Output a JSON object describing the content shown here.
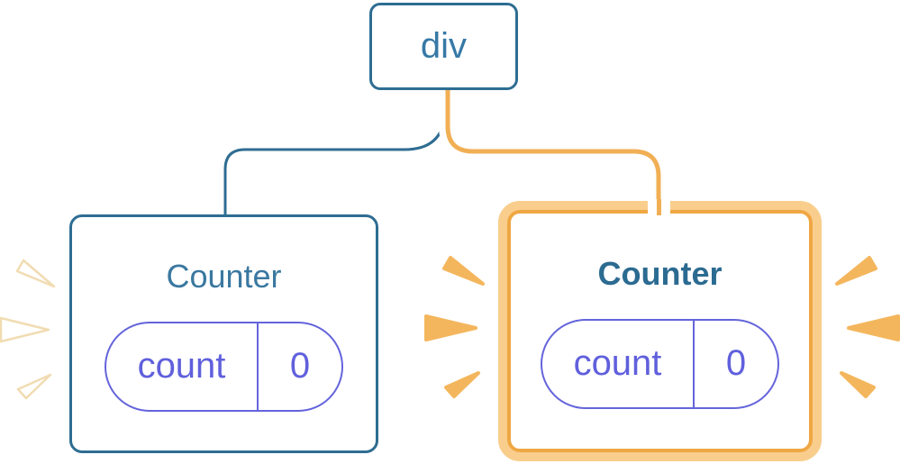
{
  "root_node": {
    "label": "div"
  },
  "counters": [
    {
      "id": "left",
      "title": "Counter",
      "state_key": "count",
      "state_value": "0",
      "highlighted": false
    },
    {
      "id": "right",
      "title": "Counter",
      "state_key": "count",
      "state_value": "0",
      "highlighted": true
    }
  ],
  "colors": {
    "node_border_blue": "#2E6D92",
    "node_text_blue": "#3679A6",
    "title_teal": "#3A78A0",
    "title_teal_bold": "#2C6B91",
    "pill_purple_border": "#6464DC",
    "pill_purple_text": "#6060DD",
    "connector_blue": "#2F6D92",
    "connector_orange": "#F1AF55",
    "highlight_ring_light": "#F9CE8D",
    "highlight_ring_dark": "#EFA743",
    "burst_orange": "#F4B65D",
    "burst_white_fill": "#FFFFFF",
    "burst_white_stroke": "#F1DCB2"
  }
}
